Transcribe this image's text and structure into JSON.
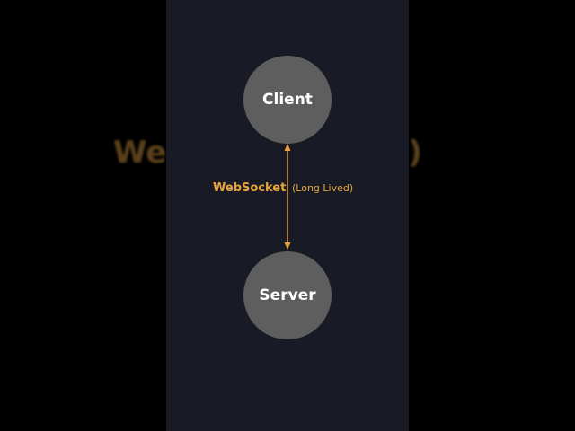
{
  "background_text": {
    "left": "Web",
    "right": "d)"
  },
  "nodes": {
    "client": "Client",
    "server": "Server"
  },
  "edge": {
    "label": "WebSocket",
    "sublabel": "(Long Lived)",
    "direction": "bidirectional"
  },
  "colors": {
    "panel_background": "#181b25",
    "node_fill": "#5e5e5e",
    "node_text": "#ffffff",
    "accent": "#e8a33d"
  }
}
